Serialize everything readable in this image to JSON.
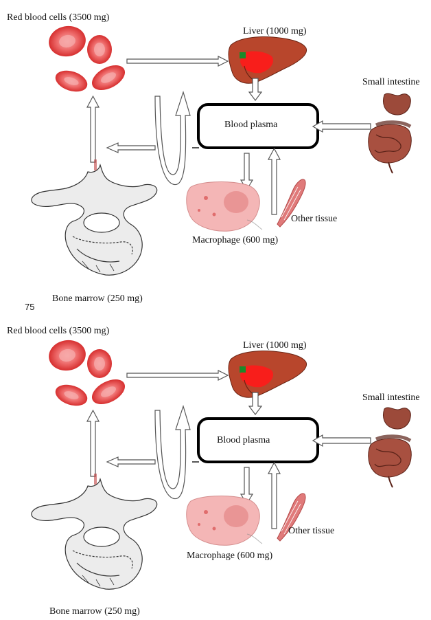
{
  "labels": {
    "red_blood_cells": "Red blood cells (3500 mg)",
    "liver": "Liver (1000 mg)",
    "small_intestine": "Small intestine",
    "blood_plasma": "Blood plasma",
    "macrophage": "Macrophage (600 mg)",
    "other_tissue": "Other tissue",
    "bone_marrow": "Bone marrow (250 mg)"
  },
  "page_number": "75",
  "colors": {
    "rbc": "#e03a3a",
    "rbc_center": "#f4a0a0",
    "liver": "#b8462c",
    "liver_highlight": "#ff1a1a",
    "macrophage": "#f4b6b6",
    "intestine": "#9c4a3a",
    "bone": "#e8e8e8",
    "arrow_fill": "#ffffff",
    "arrow_stroke": "#555555"
  },
  "icons": [
    "red-blood-cell-icon",
    "liver-icon",
    "small-intestine-icon",
    "macrophage-icon",
    "muscle-tissue-icon",
    "vertebra-bone-icon"
  ]
}
